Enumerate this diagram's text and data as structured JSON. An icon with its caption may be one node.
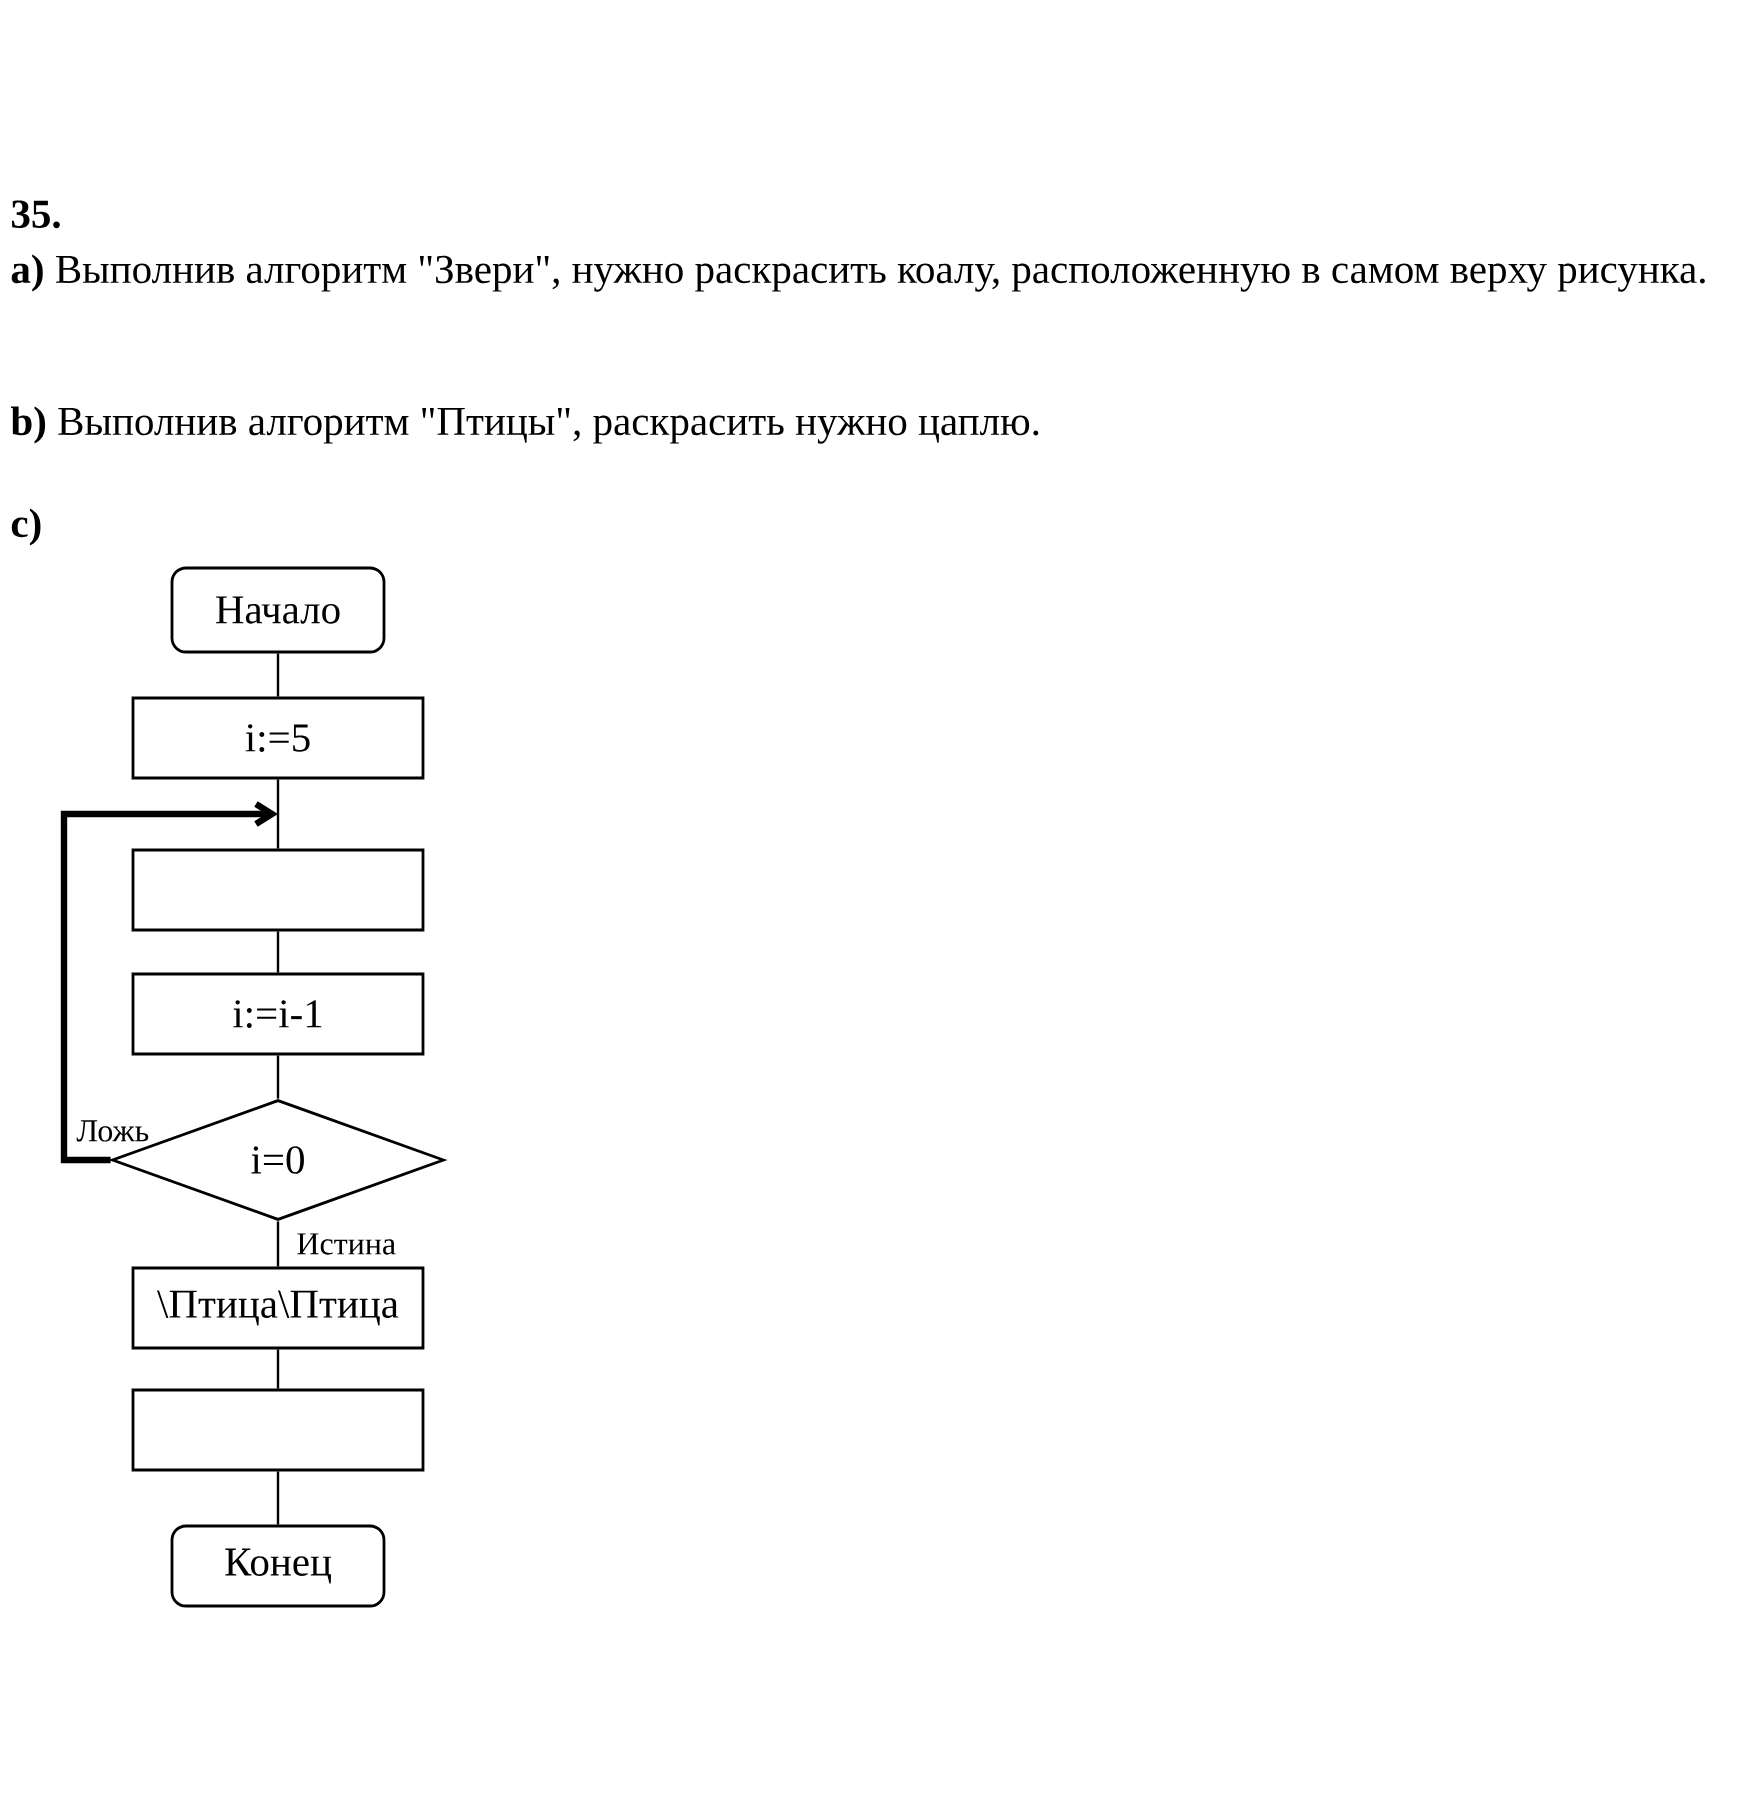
{
  "diagram": {
    "nodes": [
      {
        "text": [
          "Начало"
        ]
      },
      {
        "text": [
          "i:=5"
        ]
      },
      {
        "text": [],
        "shape": "box"
      },
      {
        "text": [
          "i:=i-1"
        ]
      },
      {
        "text": [
          "i=0"
        ]
      },
      {
        "text": [
          "\\Птица\\Птица"
        ]
      },
      {
        "text": [],
        "shape": "box"
      },
      {
        "text": [
          "Конец"
        ]
      }
    ],
    "edges": [
      {
        "from": 0,
        "to": 1,
        "arrow": "none"
      },
      {
        "from": 1,
        "to": 2,
        "arrow": "none"
      },
      {
        "from": 2,
        "to": 3,
        "arrow": "none"
      },
      {
        "from": 3,
        "to": 4,
        "arrow": "none"
      },
      {
        "from": 4,
        "to": 2,
        "arrow": "to",
        "label": "Ложь",
        "style": "thick"
      },
      {
        "from": 4,
        "to": 5,
        "arrow": "none",
        "label": "Истина"
      },
      {
        "from": 5,
        "to": 6,
        "arrow": "none"
      },
      {
        "from": 6,
        "to": 7,
        "arrow": "none"
      }
    ],
    "labels": [
      "**35.**",
      "**a)** Выполнив алгоритм \"Звери\", нужно раскрасить коалу, расположенную в самом верху рисунка.",
      "**b)** Выполнив алгоритм \"Птицы\", раскрасить нужно цаплю.",
      "**c)**"
    ]
  }
}
